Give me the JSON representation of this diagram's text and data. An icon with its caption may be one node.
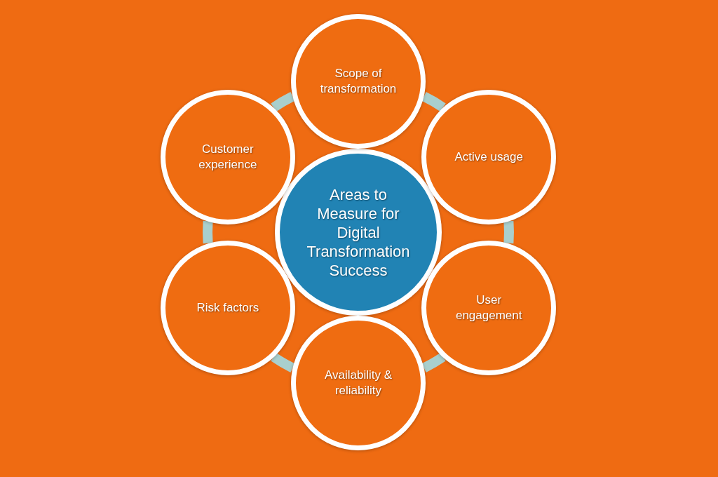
{
  "diagram": {
    "nodes": [
      {
        "text": [
          "Areas to Measure for Digital Transformation Success"
        ]
      },
      {
        "text": [
          "Scope of transformation"
        ]
      },
      {
        "text": [
          "Active usage"
        ]
      },
      {
        "text": [
          "User engagement"
        ]
      },
      {
        "text": [
          "Availability & reliability"
        ]
      },
      {
        "text": [
          "Risk factors"
        ]
      },
      {
        "text": [
          "Customer experience"
        ]
      }
    ],
    "edges": [
      {
        "from": 1,
        "to": 2,
        "arrow": "none"
      },
      {
        "from": 2,
        "to": 3,
        "arrow": "none"
      },
      {
        "from": 3,
        "to": 4,
        "arrow": "none"
      },
      {
        "from": 4,
        "to": 5,
        "arrow": "none"
      },
      {
        "from": 5,
        "to": 6,
        "arrow": "none"
      },
      {
        "from": 6,
        "to": 1,
        "arrow": "none"
      }
    ]
  }
}
